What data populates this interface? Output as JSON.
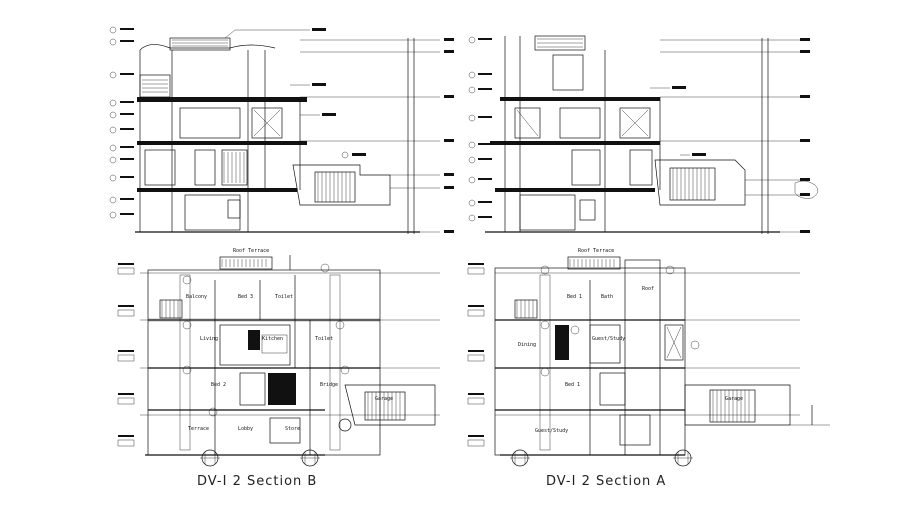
{
  "drawing": {
    "section_b_caption": "DV-I  2 Section B",
    "section_a_caption": "DV-I  2 Section A"
  },
  "section_b_rooms": {
    "roof_terrace": "Roof Terrace",
    "balcony": "Balcony",
    "bed_3": "Bed 3",
    "toilet_b": "Toilet",
    "living": "Living",
    "kitchen": "Kitchen",
    "toilet_c": "Toilet",
    "bed_2": "Bed 2",
    "bridge": "Bridge",
    "garage": "Garage",
    "terrace": "Terrace",
    "lobby": "Lobby",
    "store": "Store"
  },
  "section_a_rooms": {
    "roof_terrace": "Roof Terrace",
    "bed_1": "Bed 1",
    "bath": "Bath",
    "roof": "Roof",
    "dining": "Dining",
    "guest_study": "Guest/Study",
    "bed_1_lower": "Bed 1",
    "garage": "Garage",
    "guest_study_lower": "Guest/Study"
  },
  "colors": {
    "ink": "#111111",
    "background": "#ffffff"
  }
}
